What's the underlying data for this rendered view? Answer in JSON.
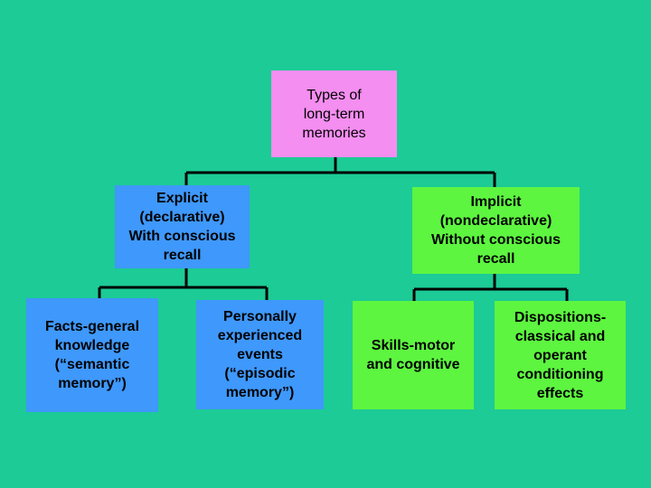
{
  "diagram": {
    "root": {
      "label": "Types of\nlong-term\nmemories",
      "color": "#f48ef0"
    },
    "explicit": {
      "label": "Explicit\n(declarative)\nWith conscious\nrecall",
      "color": "#3f98fb"
    },
    "implicit": {
      "label": "Implicit\n(nondeclarative)\nWithout  conscious\nrecall",
      "color": "#5df540"
    },
    "semantic": {
      "label": "Facts-general\nknowledge\n(“semantic\nmemory”)",
      "color": "#3f98fb"
    },
    "episodic": {
      "label": "Personally\nexperienced\nevents\n(“episodic\nmemory”)",
      "color": "#3f98fb"
    },
    "skills": {
      "label": "Skills-motor\nand cognitive",
      "color": "#5df540"
    },
    "dispositions": {
      "label": "Dispositions-\nclassical and\noperant\nconditioning\neffects",
      "color": "#5df540"
    }
  },
  "colors": {
    "background": "#1ccb96",
    "connector": "#000000"
  }
}
